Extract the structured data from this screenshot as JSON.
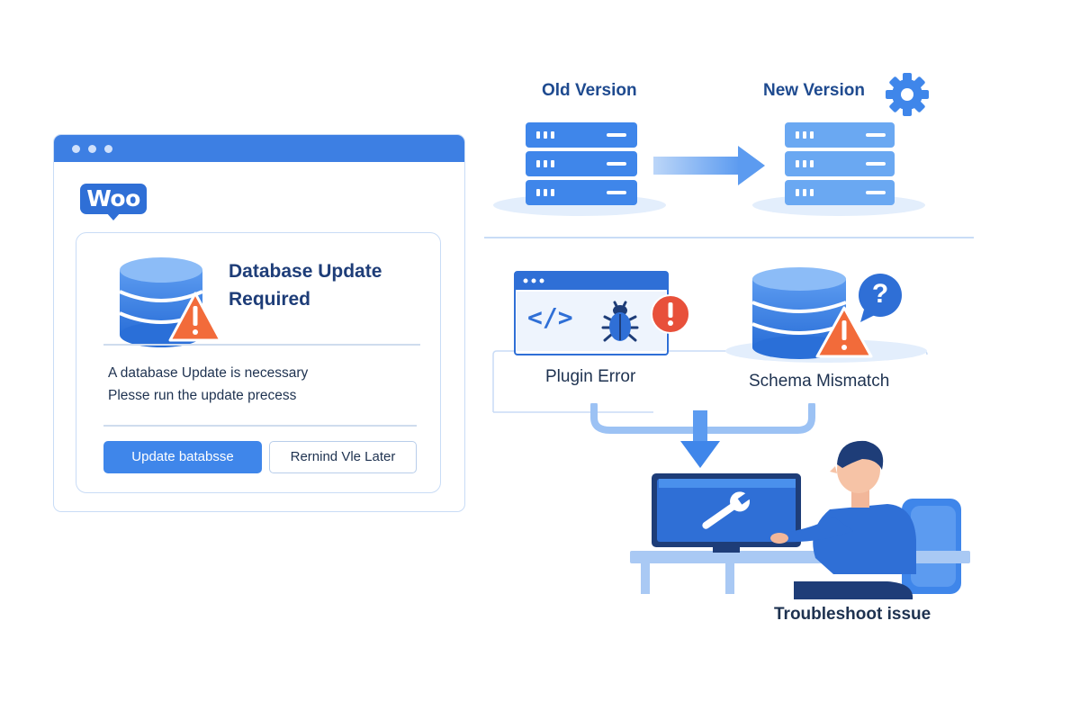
{
  "notice_window": {
    "logo_text": "Woo",
    "title_line1": "Database Update",
    "title_line2": "Required",
    "message_line1": "A database Update is necessary",
    "message_line2": "Plesse run the update precess",
    "primary_button": "Update batabsse",
    "secondary_button": "Rernind Vle Later"
  },
  "upgrade_flow": {
    "old_label": "Old Version",
    "new_label": "New Version"
  },
  "causes": {
    "plugin_label": "Plugin Error",
    "code_symbol": "</>",
    "schema_label": "Schema Mismatch",
    "question_mark": "?"
  },
  "resolution": {
    "label": "Troubleshoot issue"
  },
  "colors": {
    "primary": "#3f86ea",
    "dark_blue": "#1e4a8f",
    "warning": "#f26b3a",
    "error": "#e8503a"
  }
}
